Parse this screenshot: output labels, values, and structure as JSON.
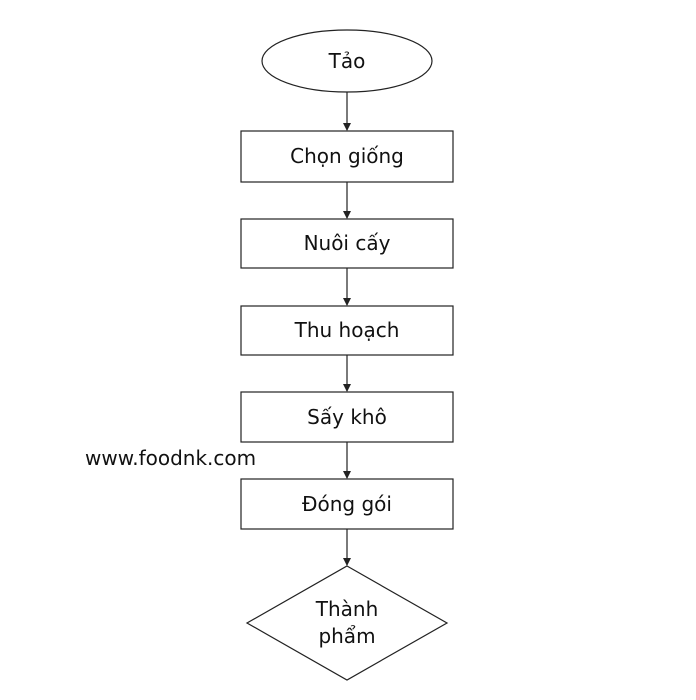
{
  "diagram": {
    "nodes": [
      {
        "id": "start",
        "shape": "ellipse",
        "label": "Tảo"
      },
      {
        "id": "select",
        "shape": "rect",
        "label": "Chọn giống"
      },
      {
        "id": "culture",
        "shape": "rect",
        "label": "Nuôi cấy"
      },
      {
        "id": "harvest",
        "shape": "rect",
        "label": "Thu hoạch"
      },
      {
        "id": "dry",
        "shape": "rect",
        "label": "Sấy khô"
      },
      {
        "id": "pack",
        "shape": "rect",
        "label": "Đóng gói"
      },
      {
        "id": "product",
        "shape": "diamond",
        "label_line1": "Thành",
        "label_line2": "phẩm"
      }
    ],
    "edges": [
      {
        "from": "start",
        "to": "select"
      },
      {
        "from": "select",
        "to": "culture"
      },
      {
        "from": "culture",
        "to": "harvest"
      },
      {
        "from": "harvest",
        "to": "dry"
      },
      {
        "from": "dry",
        "to": "pack"
      },
      {
        "from": "pack",
        "to": "product"
      }
    ],
    "colors": {
      "stroke": "#222222",
      "text": "#111111",
      "background": "#ffffff"
    }
  },
  "watermark": "www.foodnk.com"
}
